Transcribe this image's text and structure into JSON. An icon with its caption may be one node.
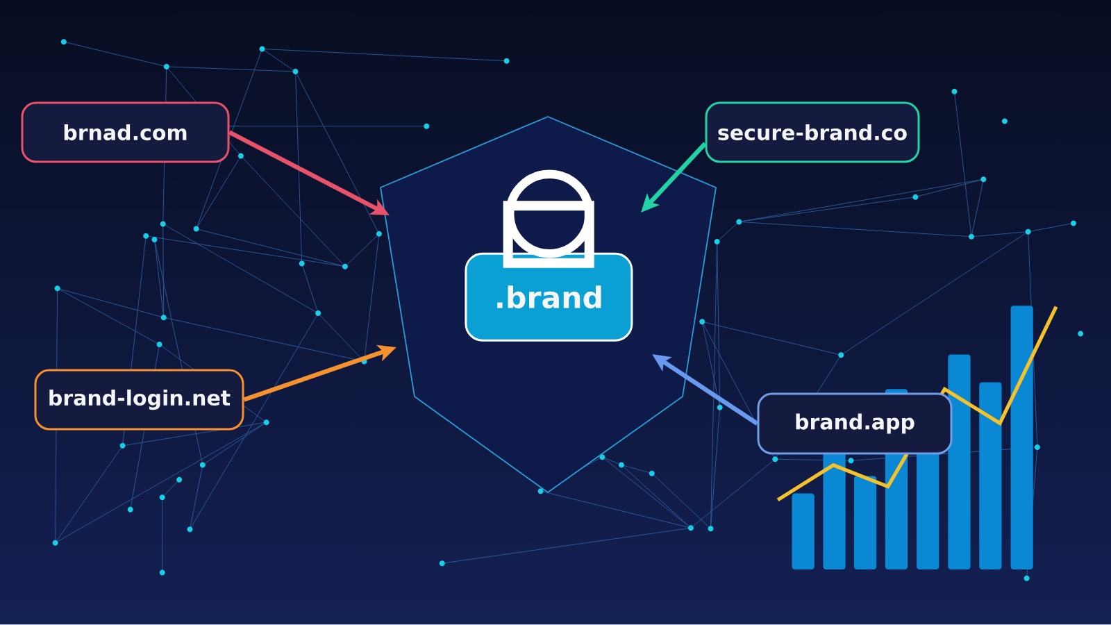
{
  "diagram": {
    "nodes": [
      {
        "text": [
          "brnad.com"
        ]
      },
      {
        "text": [],
        "shape": "shield"
      },
      {
        "text": [
          ".brand"
        ],
        "in": 1
      },
      {
        "text": [
          "secure-brand.co"
        ]
      },
      {
        "text": [
          "brand-login.net"
        ]
      },
      {
        "text": [
          "brand.app"
        ]
      }
    ],
    "edges": [
      {
        "from": 0,
        "to": 1,
        "arrow": "to",
        "color": "#e8526a"
      },
      {
        "from": 3,
        "to": 1,
        "arrow": "to",
        "color": "#22d3a6"
      },
      {
        "from": 4,
        "to": 1,
        "arrow": "to",
        "color": "#f5922e"
      },
      {
        "from": 5,
        "to": 1,
        "arrow": "to",
        "color": "#6a9af0"
      }
    ]
  }
}
